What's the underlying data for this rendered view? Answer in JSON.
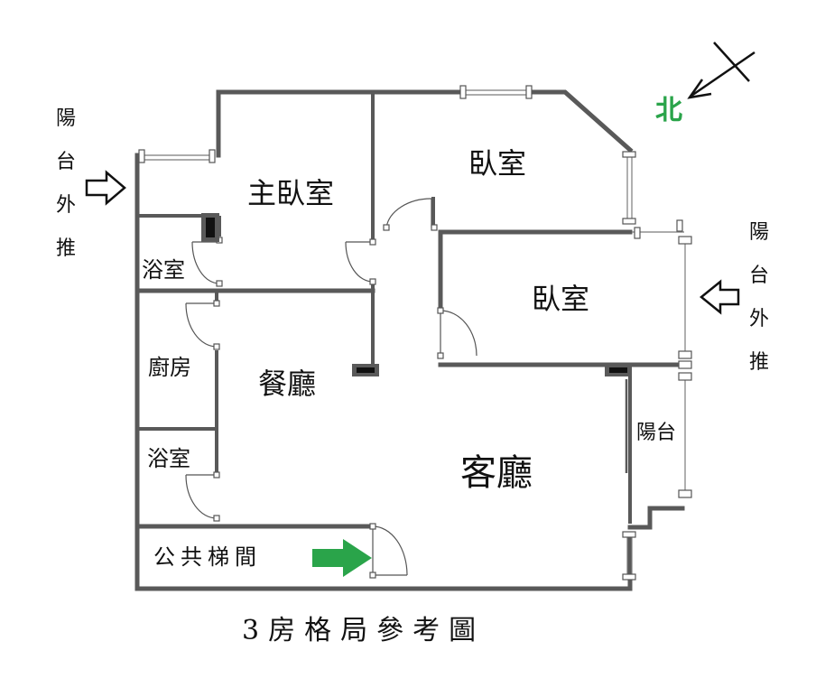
{
  "title": "3房格局參考圖",
  "north_label": "北",
  "rooms": {
    "master_bedroom": "主臥室",
    "bedroom_top": "臥室",
    "bedroom_right": "臥室",
    "bathroom_top": "浴室",
    "kitchen": "廚房",
    "dining": "餐廳",
    "bathroom_bottom": "浴室",
    "living": "客廳",
    "balcony": "陽台",
    "stairwell": "公共梯間"
  },
  "balcony_left": [
    "陽",
    "台",
    "外",
    "推"
  ],
  "balcony_right": [
    "陽",
    "台",
    "外",
    "推"
  ],
  "colors": {
    "wall": "#595959",
    "north_text": "#2aa44a",
    "entry_arrow": "#2aa44a",
    "text": "#111111"
  }
}
